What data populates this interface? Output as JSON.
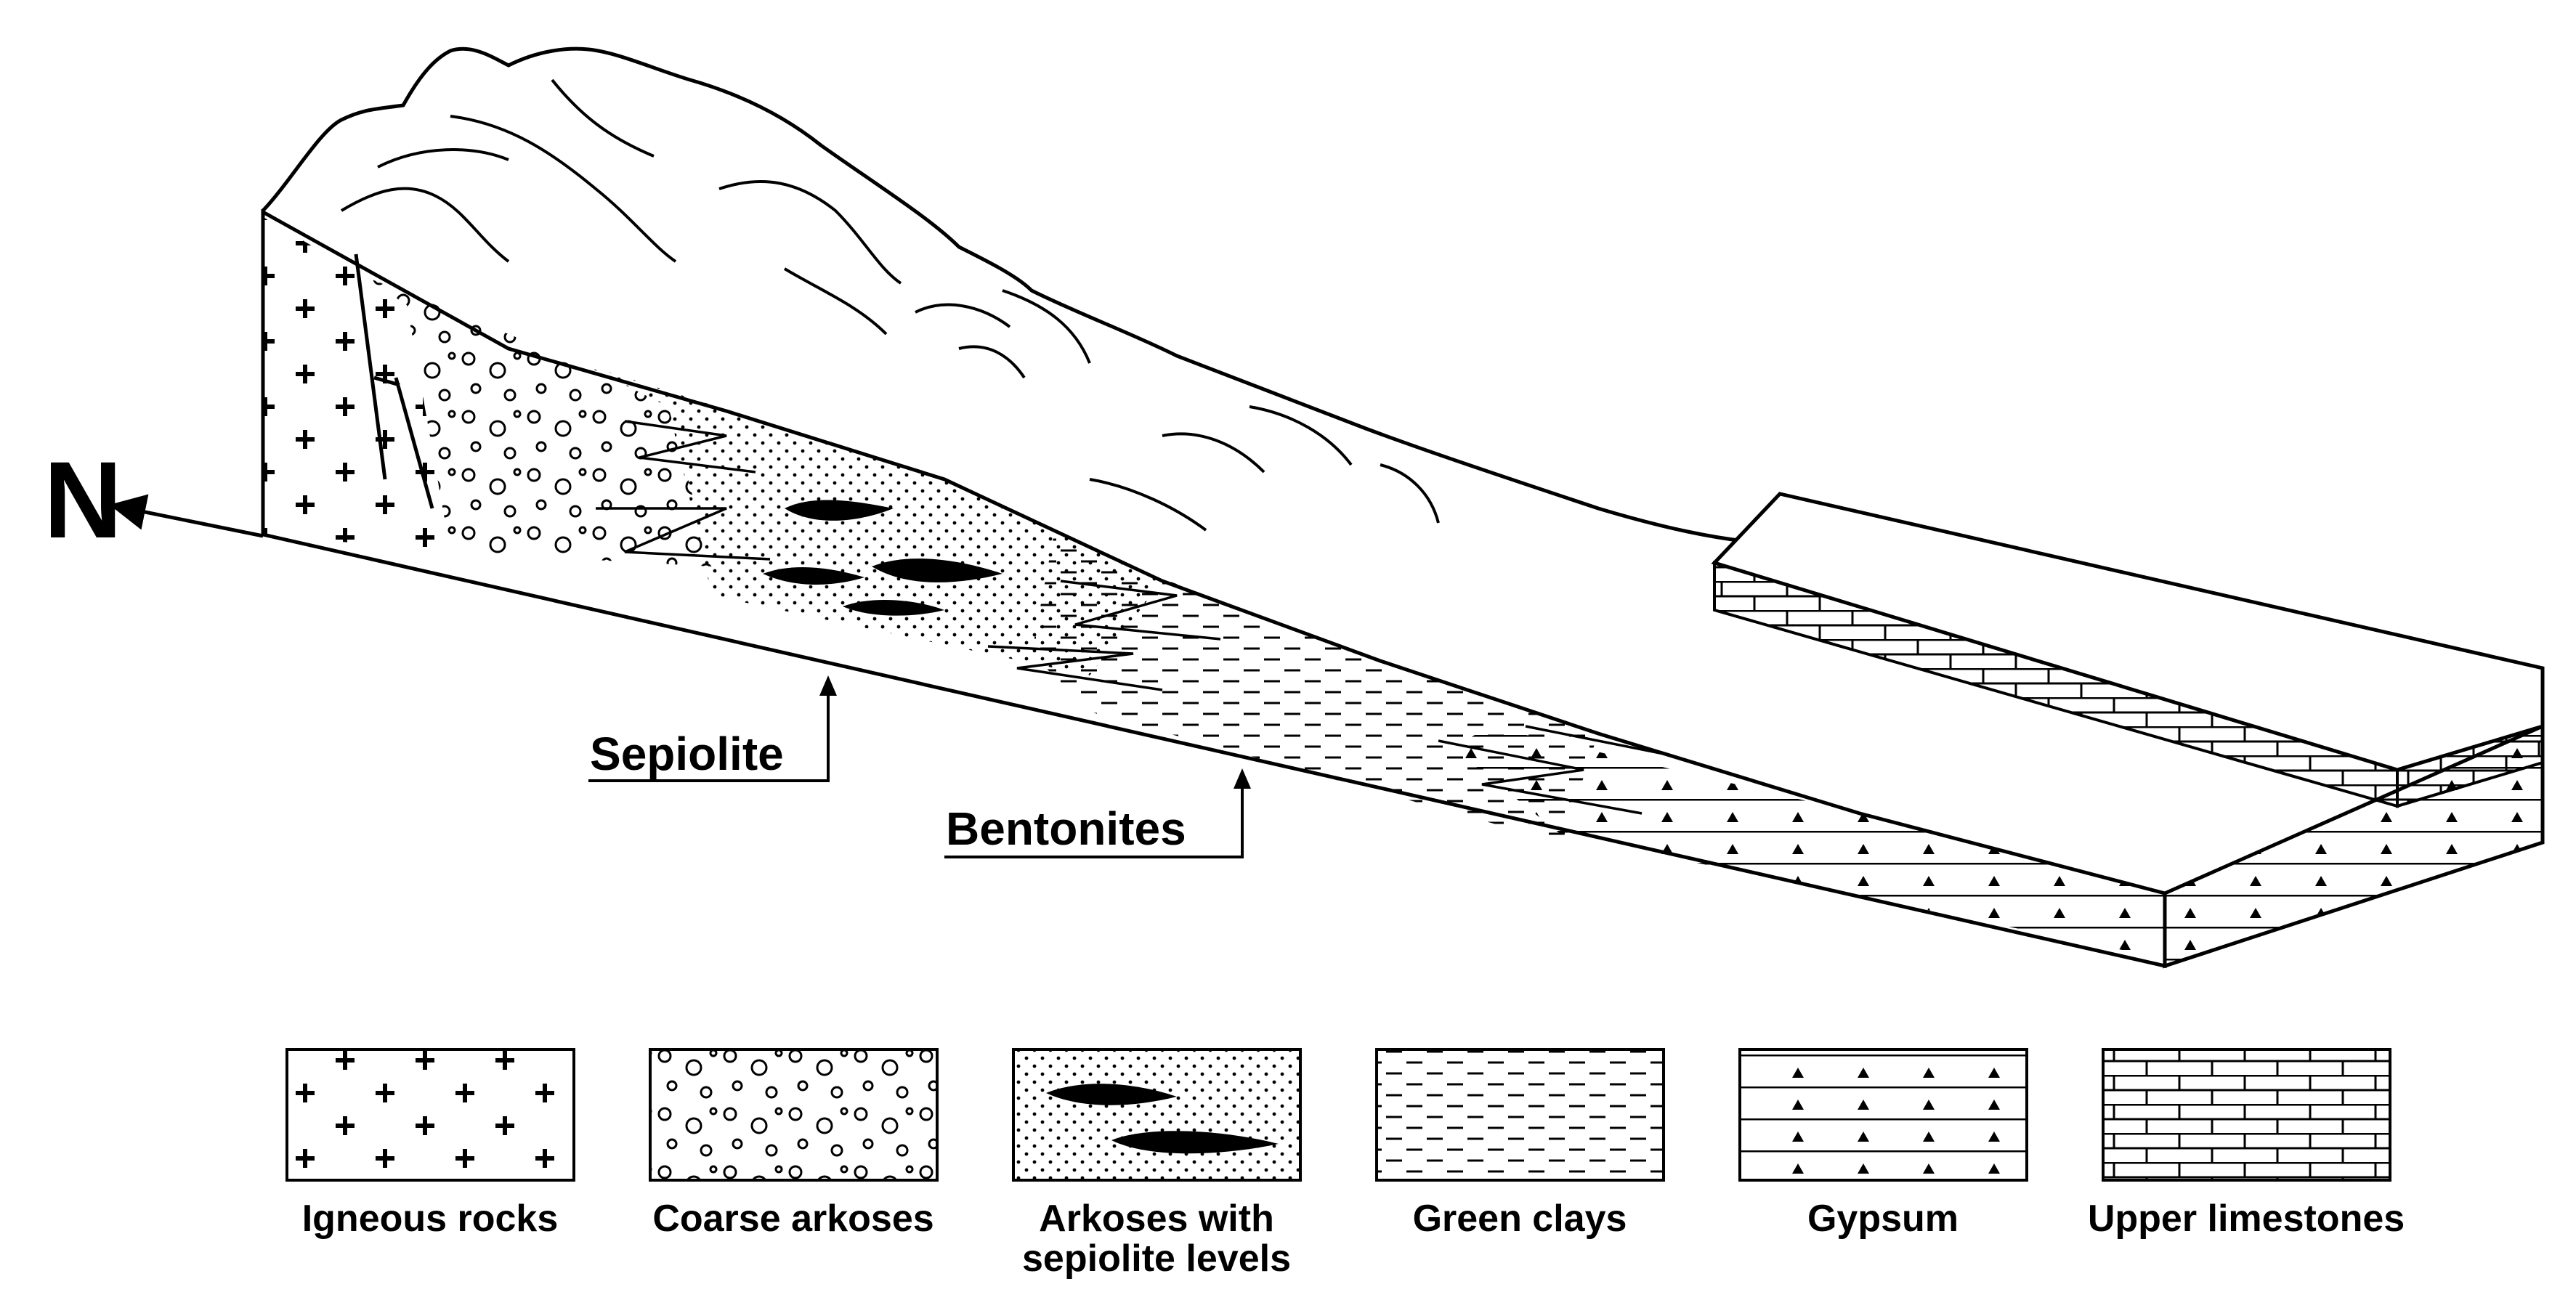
{
  "diagram": {
    "north_label": "N",
    "callouts": {
      "sepiolite": "Sepiolite",
      "bentonites": "Bentonites"
    },
    "legend": [
      {
        "key": "igneous",
        "lines": [
          "Igneous rocks"
        ]
      },
      {
        "key": "coarse",
        "lines": [
          "Coarse arkoses"
        ]
      },
      {
        "key": "arkoses",
        "lines": [
          "Arkoses with",
          "sepiolite levels"
        ]
      },
      {
        "key": "clays",
        "lines": [
          "Green clays"
        ]
      },
      {
        "key": "gypsum",
        "lines": [
          "Gypsum"
        ]
      },
      {
        "key": "limestone",
        "lines": [
          "Upper limestones"
        ]
      }
    ]
  }
}
